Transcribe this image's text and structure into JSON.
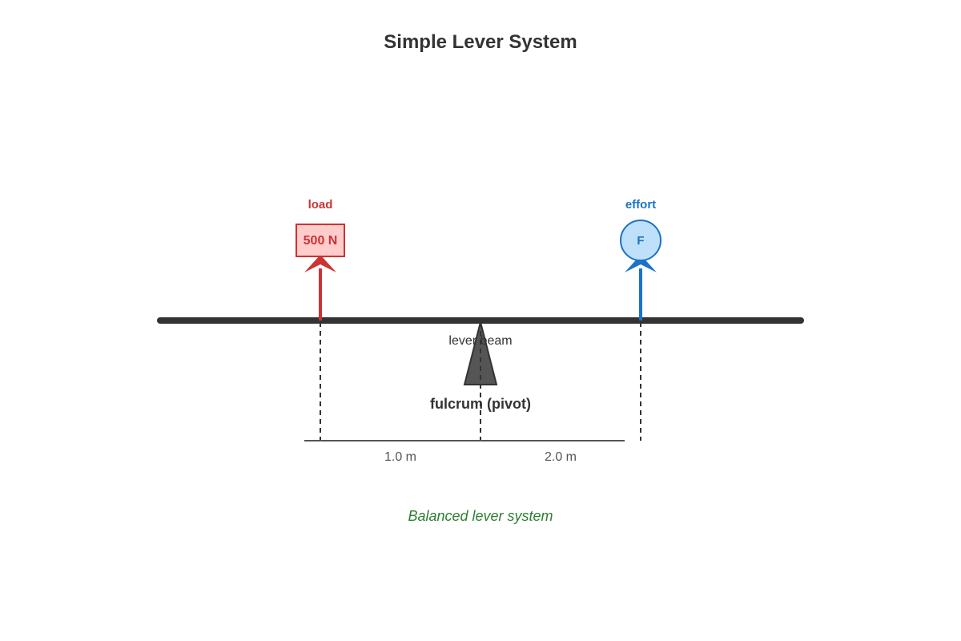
{
  "title": "Simple Lever System",
  "colors": {
    "load": "#cc3333",
    "load_fill": "#ffcccc",
    "effort": "#1a73c8",
    "effort_fill": "#bfe0fa",
    "beam": "#333333",
    "fulcrum": "#555555",
    "caption": "#2e7d32"
  },
  "load": {
    "label": "load",
    "value": "500 N"
  },
  "effort": {
    "label": "effort",
    "symbol": "F"
  },
  "beam": {
    "label": "lever beam"
  },
  "fulcrum": {
    "label": "fulcrum (pivot)"
  },
  "dimensions": {
    "load_arm": "1.0 m",
    "effort_arm": "2.0 m"
  },
  "caption": "Balanced lever system"
}
